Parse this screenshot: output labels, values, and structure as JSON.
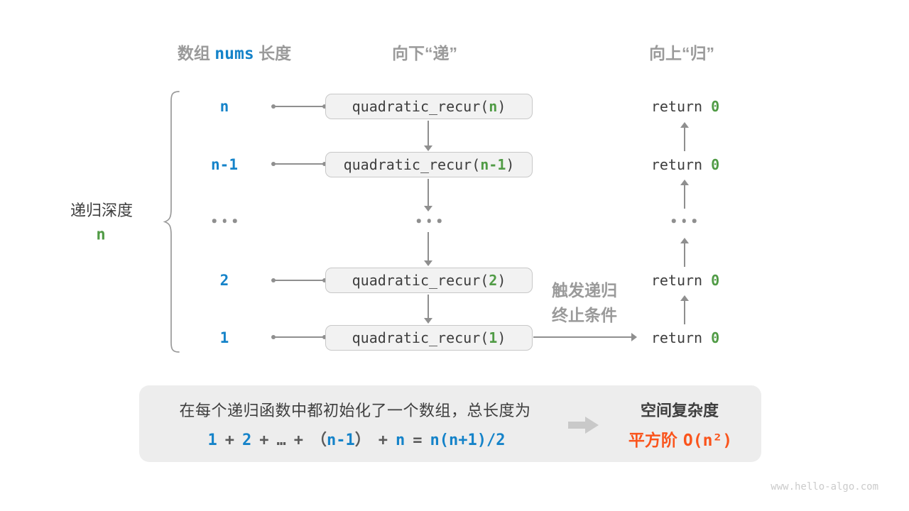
{
  "watermark": "www.hello-algo.com",
  "colors": {
    "blue": "#1583c9",
    "green": "#509b45",
    "orange": "#fa541c",
    "gray_label": "#9a9a9a",
    "dark_text": "#3e3e3e",
    "line": "#8f8f8f",
    "box_bg": "#f2f2f2",
    "box_border": "#c8c8c8",
    "panel_bg": "#ededed"
  },
  "headers": {
    "array_prefix": "数组",
    "array_code": "nums",
    "array_suffix": "长度",
    "down": "向下“递”",
    "up": "向上“归”"
  },
  "depth": {
    "label": "递归深度",
    "value": "n"
  },
  "rows": [
    {
      "size": "n",
      "call_prefix": "quadratic_recur(",
      "arg": "n",
      "call_suffix": ")",
      "return_prefix": "return ",
      "return_value": "0"
    },
    {
      "size": "n-1",
      "call_prefix": "quadratic_recur(",
      "arg": "n-1",
      "call_suffix": ")",
      "return_prefix": "return ",
      "return_value": "0"
    },
    {
      "size": "2",
      "call_prefix": "quadratic_recur(",
      "arg": "2",
      "call_suffix": ")",
      "return_prefix": "return ",
      "return_value": "0"
    },
    {
      "size": "1",
      "call_prefix": "quadratic_recur(",
      "arg": "1",
      "call_suffix": ")",
      "return_prefix": "return ",
      "return_value": "0"
    }
  ],
  "trigger": {
    "line1": "触发递归",
    "line2": "终止条件"
  },
  "summary": {
    "description": "在每个递归函数中都初始化了一个数组，总长度为",
    "formula": {
      "t1": "1",
      "plus": "+",
      "t2": "2",
      "ellipsis": "…",
      "lparen": "（",
      "t3": "n-1",
      "rparen": "）",
      "t4": "n",
      "equals": "=",
      "result": "n(n+1)/2"
    },
    "complexity_title": "空间复杂度",
    "complexity_prefix": "平方阶",
    "complexity_code": "O(n²)"
  }
}
